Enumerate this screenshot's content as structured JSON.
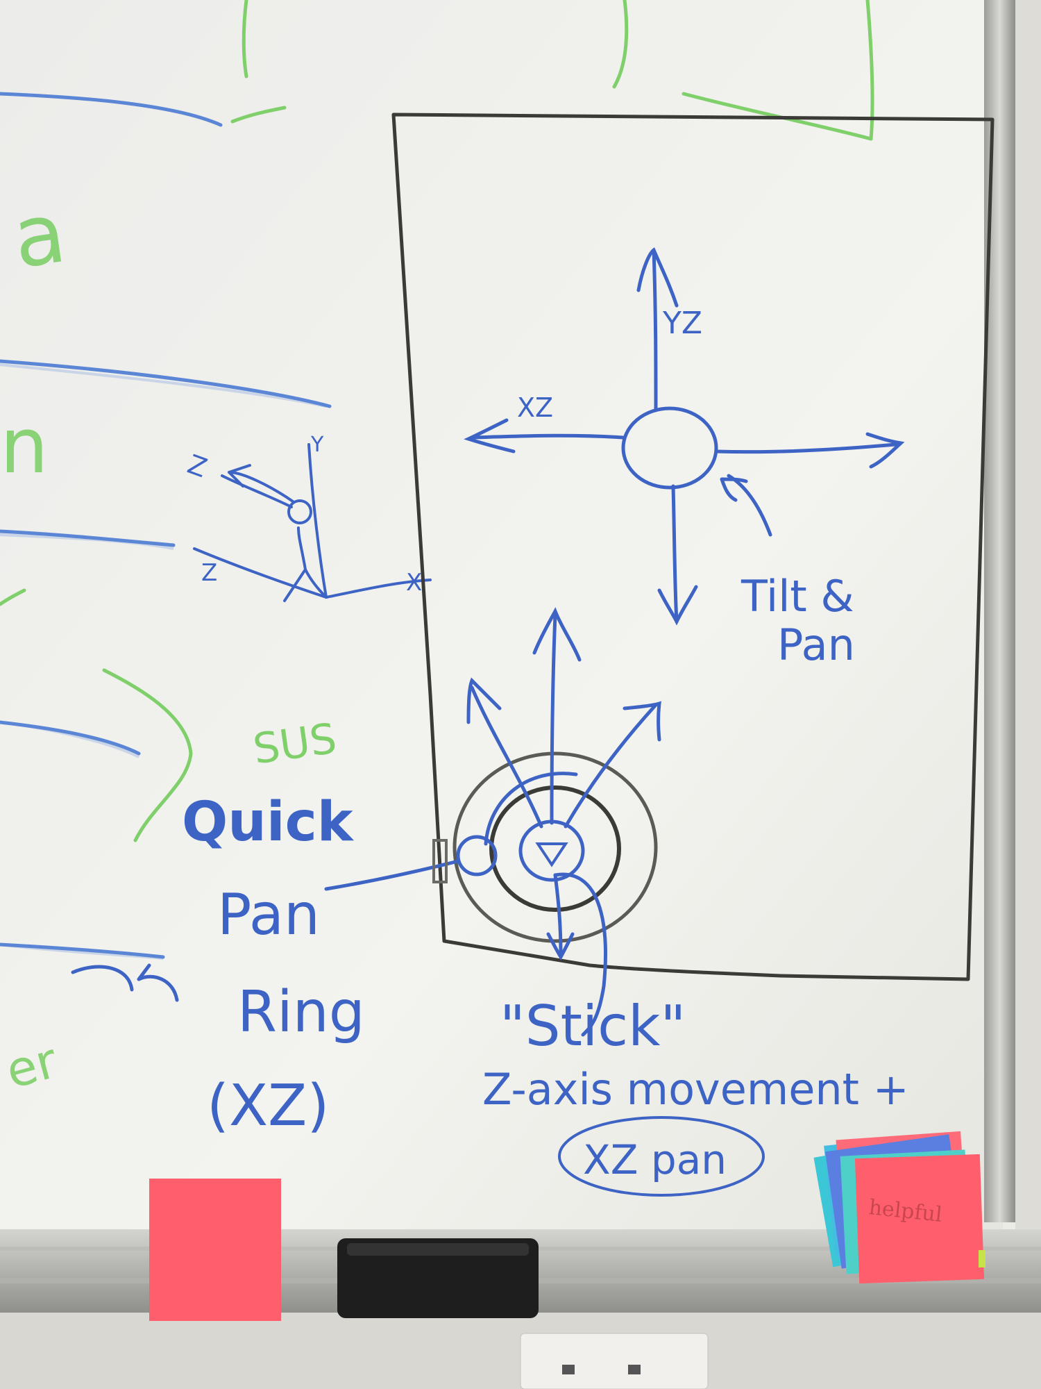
{
  "whiteboard": {
    "left_notes": {
      "sus": "SUS",
      "margin_fragments": [
        "a",
        "n",
        "er"
      ],
      "axis_labels": {
        "z_upper": "Z",
        "y": "Y",
        "z_lower": "Z",
        "x": "X"
      }
    },
    "diagram": {
      "tilt_pan_axis_up": "YZ",
      "tilt_pan_axis_left": "XZ",
      "tilt_pan_label_line1": "Tilt &",
      "tilt_pan_label_line2": "Pan",
      "quick_pan_ring_line1": "Quick",
      "quick_pan_ring_line2": "Pan",
      "quick_pan_ring_line3": "Ring",
      "quick_pan_ring_line4": "(XZ)",
      "stick_label": "\"Stick\"",
      "stick_description": "Z-axis movement +",
      "stick_pan": "XZ pan"
    }
  },
  "sticky_notes": {
    "stack_label": "helpful"
  },
  "colors": {
    "marker_blue": "#3d63c4",
    "marker_green": "#7fcf6a",
    "sticky_pink": "#ff5f6d",
    "sticky_cyan": "#3cc7d6"
  }
}
